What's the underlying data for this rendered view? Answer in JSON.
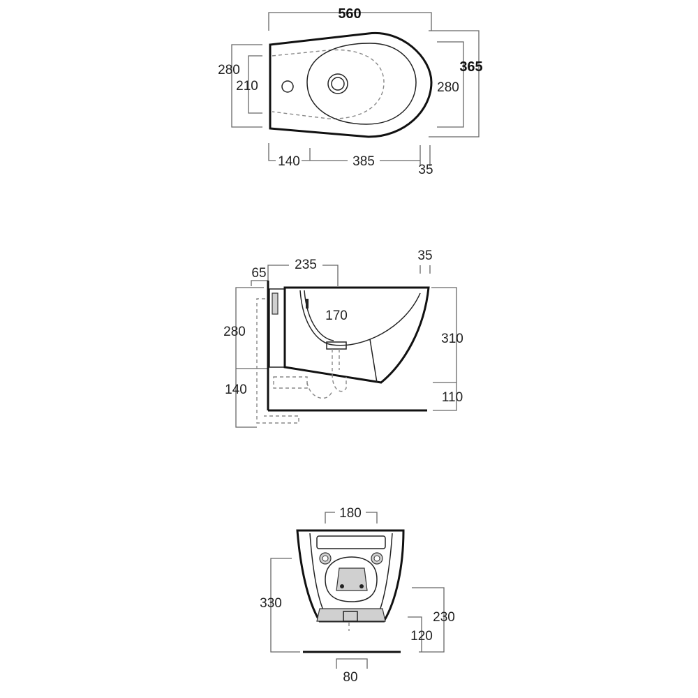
{
  "top_view": {
    "width_total": "560",
    "depth_total": "365",
    "left_height_outer": "280",
    "left_height_inner": "210",
    "right_height": "280",
    "bottom_left": "140",
    "bottom_mid": "385",
    "bottom_right": "35"
  },
  "side_view": {
    "top_offset": "65",
    "top_width": "235",
    "top_right": "35",
    "inner_depth": "170",
    "left_upper": "280",
    "left_lower": "140",
    "right_height": "310",
    "right_floor": "110"
  },
  "rear_view": {
    "top_width": "180",
    "left_height": "330",
    "right_upper": "230",
    "right_lower": "120",
    "bottom_width": "80"
  }
}
